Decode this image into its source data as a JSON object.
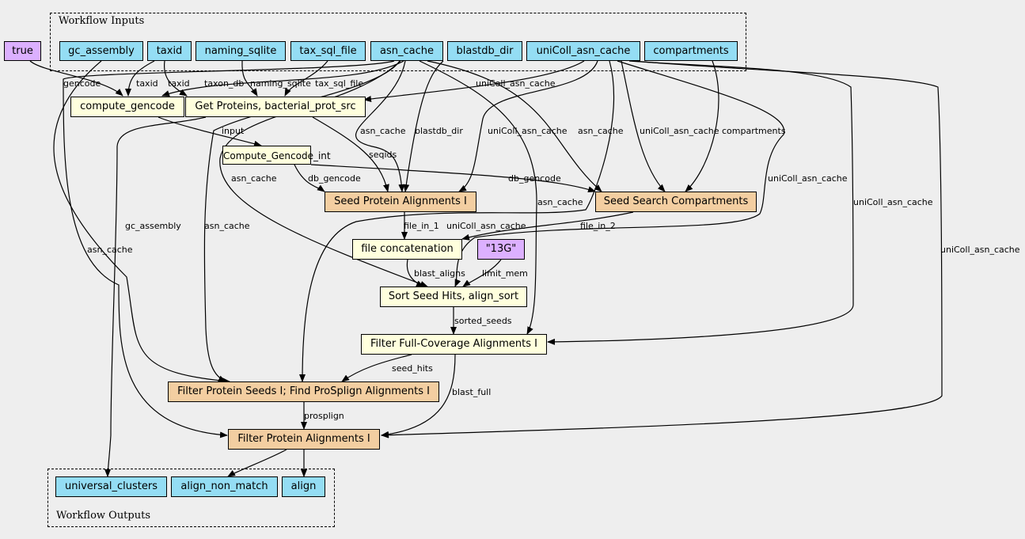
{
  "inputs_cluster_label": "Workflow Inputs",
  "outputs_cluster_label": "Workflow Outputs",
  "nodes": {
    "true_param": "true",
    "gc_assembly": "gc_assembly",
    "taxid": "taxid",
    "naming_sqlite": "naming_sqlite",
    "tax_sql_file": "tax_sql_file",
    "asn_cache": "asn_cache",
    "blastdb_dir": "blastdb_dir",
    "unicoll_asn_cache": "uniColl_asn_cache",
    "compartments": "compartments",
    "compute_gencode": "compute_gencode",
    "get_proteins": "Get Proteins, bacterial_prot_src",
    "compute_gencode_int": "Compute_Gencode_int",
    "seed_protein_alignments": "Seed Protein Alignments I",
    "seed_search_compartments": "Seed Search Compartments",
    "file_concatenation": "file concatenation",
    "param_13g": "\"13G\"",
    "sort_seed_hits": "Sort Seed Hits, align_sort",
    "filter_full_coverage": "Filter Full-Coverage Alignments I",
    "filter_protein_seeds": "Filter Protein Seeds I; Find ProSplign Alignments I",
    "filter_protein_alignments": "Filter Protein Alignments I",
    "universal_clusters": "universal_clusters",
    "align_non_match": "align_non_match",
    "align": "align"
  },
  "edge_labels": {
    "gencode": "gencode",
    "taxid_1": "taxid",
    "taxid_2": "taxid",
    "taxon_db": "taxon_db",
    "naming_sqlite": "naming_sqlite",
    "tax_sql_file": "tax_sql_file",
    "unicoll_asn_cache_1": "uniColl_asn_cache",
    "input": "input",
    "asn_cache_1": "asn_cache",
    "blastdb_dir": "blastdb_dir",
    "unicoll_asn_cache_2": "uniColl_asn_cache",
    "asn_cache_2": "asn_cache",
    "unicoll_asn_cache_3": "uniColl_asn_cache",
    "compartments": "compartments",
    "seqids": "seqids",
    "asn_cache_3": "asn_cache",
    "db_gencode_1": "db_gencode",
    "db_gencode_2": "db_gencode",
    "unicoll_asn_cache_4": "uniColl_asn_cache",
    "unicoll_asn_cache_5": "uniColl_asn_cache",
    "asn_cache_4": "asn_cache",
    "gc_assembly": "gc_assembly",
    "asn_cache_5": "asn_cache",
    "file_in_1": "file_in_1",
    "unicoll_asn_cache_6": "uniColl_asn_cache",
    "file_in_2": "file_in_2",
    "unicoll_asn_cache_7": "uniColl_asn_cache",
    "asn_cache_6": "asn_cache",
    "blast_aligns": "blast_aligns",
    "limit_mem": "limit_mem",
    "sorted_seeds": "sorted_seeds",
    "seed_hits": "seed_hits",
    "blast_full": "blast_full",
    "prosplign": "prosplign"
  }
}
